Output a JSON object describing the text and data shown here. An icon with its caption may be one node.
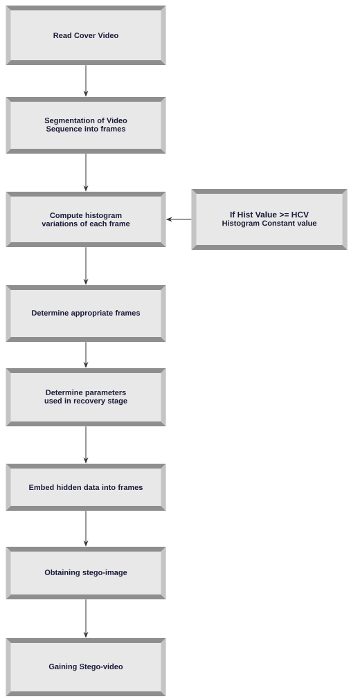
{
  "diagram": {
    "nodes": [
      {
        "text": [
          "Read Cover Video"
        ]
      },
      {
        "text": [
          "Segmentation of Video Sequence into frames"
        ]
      },
      {
        "text": [
          "Compute histogram variations of each frame"
        ]
      },
      {
        "text": [
          "Determine appropriate frames"
        ]
      },
      {
        "text": [
          "Determine parameters used in recovery stage"
        ]
      },
      {
        "text": [
          "Embed hidden data into frames"
        ]
      },
      {
        "text": [
          "Obtaining stego-image"
        ]
      },
      {
        "text": [
          "Gaining Stego-video"
        ]
      },
      {
        "text": [
          "If Hist Value >= HCV",
          "Histogram Constant value"
        ]
      }
    ],
    "edges": [
      {
        "from": 0,
        "to": 1,
        "arrow": "to"
      },
      {
        "from": 1,
        "to": 2,
        "arrow": "to"
      },
      {
        "from": 2,
        "to": 3,
        "arrow": "to"
      },
      {
        "from": 3,
        "to": 4,
        "arrow": "to"
      },
      {
        "from": 4,
        "to": 5,
        "arrow": "to"
      },
      {
        "from": 5,
        "to": 6,
        "arrow": "to"
      },
      {
        "from": 6,
        "to": 7,
        "arrow": "to"
      },
      {
        "from": 8,
        "to": 2,
        "arrow": "to"
      }
    ]
  }
}
